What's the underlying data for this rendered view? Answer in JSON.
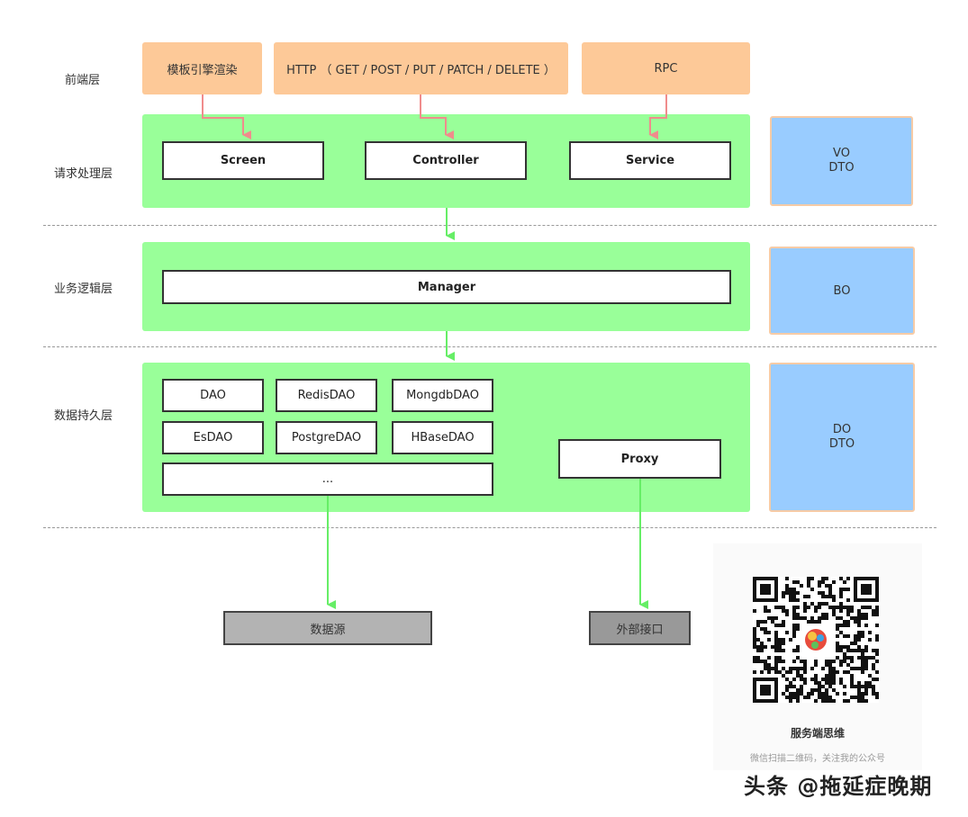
{
  "layers": {
    "frontend": "前端层",
    "request": "请求处理层",
    "business": "业务逻辑层",
    "persistence": "数据持久层"
  },
  "frontend_boxes": {
    "template": "模板引擎渲染",
    "http": "HTTP （ GET / POST / PUT / PATCH / DELETE ）",
    "rpc": "RPC"
  },
  "request_boxes": {
    "screen": "Screen",
    "controller": "Controller",
    "service": "Service"
  },
  "business_boxes": {
    "manager": "Manager"
  },
  "persistence_boxes": {
    "dao": "DAO",
    "redis": "RedisDAO",
    "mongo": "MongdbDAO",
    "es": "EsDAO",
    "postgre": "PostgreDAO",
    "hbase": "HBaseDAO",
    "more": "...",
    "proxy": "Proxy"
  },
  "objects": {
    "request": [
      "VO",
      "DTO"
    ],
    "business": "BO",
    "persistence": [
      "DO",
      "DTO"
    ]
  },
  "targets": {
    "datasource": "数据源",
    "external": "外部接口"
  },
  "qr": {
    "title": "服务端思维",
    "subtitle": "微信扫描二维码，关注我的公众号"
  },
  "watermark": "头条 @拖延症晚期",
  "colors": {
    "frontend": "#fdc998",
    "layer": "#99ff99",
    "object": "#99ccff",
    "arrow_frontend": "#f08c8c",
    "arrow_layer": "#66ee66"
  }
}
